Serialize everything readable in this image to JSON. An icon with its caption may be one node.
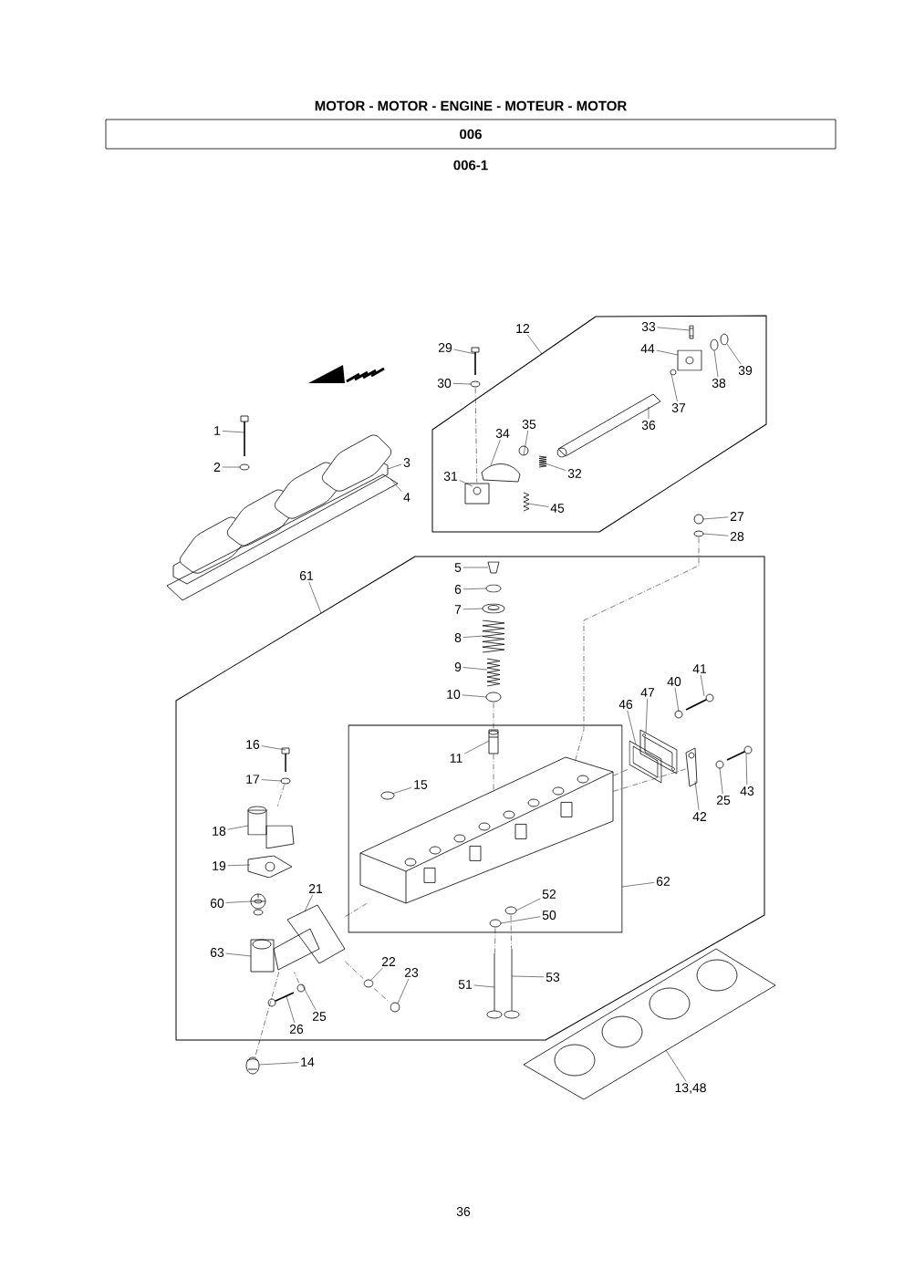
{
  "diagram": {
    "title": "MOTOR - MOTOR - ENGINE - MOTEUR - MOTOR",
    "nodes": [
      {
        "text": [
          "006"
        ]
      },
      {
        "text": [],
        "shape": "box"
      },
      {
        "text": [],
        "shape": "box"
      },
      {
        "text": [],
        "shape": "box",
        "in": 2
      },
      {
        "text": [
          "12"
        ]
      },
      {
        "text": [
          "33"
        ],
        "in": 1
      },
      {
        "text": [
          "29"
        ]
      },
      {
        "text": [
          "44"
        ],
        "in": 1
      },
      {
        "text": [
          "39"
        ],
        "in": 1
      },
      {
        "text": [
          "38"
        ],
        "in": 1
      },
      {
        "text": [
          "30"
        ]
      },
      {
        "text": [
          "37"
        ],
        "in": 1
      },
      {
        "text": [
          "36"
        ],
        "in": 1
      },
      {
        "text": [
          "35"
        ],
        "in": 1
      },
      {
        "text": [
          "34"
        ],
        "in": 1
      },
      {
        "text": [
          "32"
        ],
        "in": 1
      },
      {
        "text": [
          "31"
        ],
        "in": 1
      },
      {
        "text": [
          "45"
        ],
        "in": 1
      },
      {
        "text": [
          "1"
        ]
      },
      {
        "text": [
          "2"
        ]
      },
      {
        "text": [
          "3"
        ]
      },
      {
        "text": [
          "4"
        ]
      },
      {
        "text": [
          "27"
        ]
      },
      {
        "text": [
          "28"
        ]
      },
      {
        "text": [
          "5"
        ],
        "in": 2
      },
      {
        "text": [
          "61"
        ]
      },
      {
        "text": [
          "6"
        ],
        "in": 2
      },
      {
        "text": [
          "7"
        ],
        "in": 2
      },
      {
        "text": [
          "8"
        ],
        "in": 2
      },
      {
        "text": [
          "9"
        ],
        "in": 2
      },
      {
        "text": [
          "10"
        ],
        "in": 2
      },
      {
        "text": [
          "41"
        ],
        "in": 2
      },
      {
        "text": [
          "40"
        ],
        "in": 2
      },
      {
        "text": [
          "47"
        ],
        "in": 2
      },
      {
        "text": [
          "46"
        ],
        "in": 2
      },
      {
        "text": [
          "11"
        ],
        "in": 3
      },
      {
        "text": [
          "16"
        ],
        "in": 2
      },
      {
        "text": [
          "17"
        ],
        "in": 2
      },
      {
        "text": [
          "15"
        ],
        "in": 3
      },
      {
        "text": [
          "43"
        ],
        "in": 2
      },
      {
        "text": [
          "25"
        ],
        "in": 2
      },
      {
        "text": [
          "42"
        ],
        "in": 2
      },
      {
        "text": [
          "18"
        ],
        "in": 2
      },
      {
        "text": [
          "19"
        ],
        "in": 2
      },
      {
        "text": [
          "62"
        ],
        "in": 2
      },
      {
        "text": [
          "21"
        ],
        "in": 2
      },
      {
        "text": [
          "52"
        ],
        "in": 3
      },
      {
        "text": [
          "50"
        ],
        "in": 3
      },
      {
        "text": [
          "60"
        ],
        "in": 2
      },
      {
        "text": [
          "63"
        ],
        "in": 2
      },
      {
        "text": [
          "22"
        ],
        "in": 2
      },
      {
        "text": [
          "23"
        ],
        "in": 2
      },
      {
        "text": [
          "53"
        ],
        "in": 2
      },
      {
        "text": [
          "51"
        ],
        "in": 2
      },
      {
        "text": [
          "25"
        ],
        "in": 2
      },
      {
        "text": [
          "26"
        ],
        "in": 2
      },
      {
        "text": [
          "14"
        ]
      },
      {
        "text": [
          "13,48"
        ]
      },
      {
        "text": [],
        "shape": "picture",
        "in": 1
      },
      {
        "text": [],
        "shape": "picture"
      },
      {
        "text": [],
        "shape": "picture",
        "in": 1
      },
      {
        "text": [],
        "shape": "picture",
        "in": 1
      },
      {
        "text": [],
        "shape": "picture",
        "in": 1
      },
      {
        "text": [],
        "shape": "picture"
      },
      {
        "text": [],
        "shape": "picture",
        "in": 1
      },
      {
        "text": [],
        "shape": "picture",
        "in": 1
      },
      {
        "text": [],
        "shape": "picture",
        "in": 1
      },
      {
        "text": [],
        "shape": "picture",
        "in": 1
      },
      {
        "text": [],
        "shape": "picture",
        "in": 1
      },
      {
        "text": [],
        "shape": "picture",
        "in": 1
      },
      {
        "text": [],
        "shape": "picture",
        "in": 1
      },
      {
        "text": [],
        "shape": "picture"
      },
      {
        "text": [],
        "shape": "picture"
      },
      {
        "text": [],
        "shape": "picture"
      },
      {
        "text": [],
        "shape": "picture"
      },
      {
        "text": [],
        "shape": "picture"
      },
      {
        "text": [],
        "shape": "picture"
      },
      {
        "text": [],
        "shape": "picture",
        "in": 2
      },
      {
        "text": [],
        "shape": "picture",
        "in": 2
      },
      {
        "text": [],
        "shape": "picture",
        "in": 2
      },
      {
        "text": [],
        "shape": "picture",
        "in": 2
      },
      {
        "text": [],
        "shape": "picture",
        "in": 2
      },
      {
        "text": [],
        "shape": "picture",
        "in": 2
      },
      {
        "text": [],
        "shape": "picture",
        "in": 2
      },
      {
        "text": [],
        "shape": "picture",
        "in": 2
      },
      {
        "text": [],
        "shape": "picture",
        "in": 2
      },
      {
        "text": [],
        "shape": "picture",
        "in": 2
      },
      {
        "text": [],
        "shape": "picture",
        "in": 3
      },
      {
        "text": [],
        "shape": "picture",
        "in": 2
      },
      {
        "text": [],
        "shape": "picture",
        "in": 2
      },
      {
        "text": [],
        "shape": "picture",
        "in": 3
      },
      {
        "text": [],
        "shape": "picture",
        "in": 2
      },
      {
        "text": [],
        "shape": "picture",
        "in": 2
      },
      {
        "text": [],
        "shape": "picture",
        "in": 2
      },
      {
        "text": [],
        "shape": "picture",
        "in": 2
      },
      {
        "text": [],
        "shape": "picture",
        "in": 2
      },
      {
        "text": [],
        "shape": "picture",
        "in": 2
      },
      {
        "text": [],
        "shape": "picture",
        "in": 3
      },
      {
        "text": [],
        "shape": "picture",
        "in": 3
      },
      {
        "text": [],
        "shape": "picture",
        "in": 2
      },
      {
        "text": [],
        "shape": "picture",
        "in": 2
      },
      {
        "text": [],
        "shape": "picture",
        "in": 2
      },
      {
        "text": [],
        "shape": "picture",
        "in": 2
      },
      {
        "text": [],
        "shape": "picture",
        "in": 2
      },
      {
        "text": [],
        "shape": "picture",
        "in": 2
      },
      {
        "text": [],
        "shape": "picture",
        "in": 2
      },
      {
        "text": [],
        "shape": "picture",
        "in": 2
      },
      {
        "text": [],
        "shape": "picture"
      },
      {
        "text": [],
        "shape": "picture"
      },
      {
        "text": [],
        "shape": "picture",
        "in": 3
      }
    ],
    "edges": [
      {
        "from": 4,
        "to": 1,
        "arrow": "none"
      },
      {
        "from": 5,
        "to": 58,
        "arrow": "none"
      },
      {
        "from": 6,
        "to": 59,
        "arrow": "none"
      },
      {
        "from": 7,
        "to": 60,
        "arrow": "none"
      },
      {
        "from": 8,
        "to": 61,
        "arrow": "none"
      },
      {
        "from": 9,
        "to": 62,
        "arrow": "none"
      },
      {
        "from": 10,
        "to": 63,
        "arrow": "none"
      },
      {
        "from": 11,
        "to": 64,
        "arrow": "none"
      },
      {
        "from": 12,
        "to": 65,
        "arrow": "none"
      },
      {
        "from": 13,
        "to": 66,
        "arrow": "none"
      },
      {
        "from": 14,
        "to": 67,
        "arrow": "none"
      },
      {
        "from": 15,
        "to": 68,
        "arrow": "none"
      },
      {
        "from": 16,
        "to": 69,
        "arrow": "none"
      },
      {
        "from": 17,
        "to": 70,
        "arrow": "none"
      },
      {
        "from": 18,
        "to": 71,
        "arrow": "none"
      },
      {
        "from": 19,
        "to": 72,
        "arrow": "none"
      },
      {
        "from": 20,
        "to": 73,
        "arrow": "none"
      },
      {
        "from": 21,
        "to": 74,
        "arrow": "none"
      },
      {
        "from": 22,
        "to": 75,
        "arrow": "none"
      },
      {
        "from": 23,
        "to": 76,
        "arrow": "none"
      },
      {
        "from": 24,
        "to": 77,
        "arrow": "none"
      },
      {
        "from": 25,
        "to": 2,
        "arrow": "none"
      },
      {
        "from": 26,
        "to": 78,
        "arrow": "none"
      },
      {
        "from": 27,
        "to": 79,
        "arrow": "none"
      },
      {
        "from": 28,
        "to": 80,
        "arrow": "none"
      },
      {
        "from": 29,
        "to": 81,
        "arrow": "none"
      },
      {
        "from": 30,
        "to": 82,
        "arrow": "none"
      },
      {
        "from": 31,
        "to": 83,
        "arrow": "none"
      },
      {
        "from": 32,
        "to": 84,
        "arrow": "none"
      },
      {
        "from": 33,
        "to": 85,
        "arrow": "none"
      },
      {
        "from": 34,
        "to": 86,
        "arrow": "none"
      },
      {
        "from": 35,
        "to": 87,
        "arrow": "none"
      },
      {
        "from": 36,
        "to": 88,
        "arrow": "none"
      },
      {
        "from": 37,
        "to": 89,
        "arrow": "none"
      },
      {
        "from": 38,
        "to": 90,
        "arrow": "none"
      },
      {
        "from": 39,
        "to": 91,
        "arrow": "none"
      },
      {
        "from": 40,
        "to": 92,
        "arrow": "none"
      },
      {
        "from": 41,
        "to": 93,
        "arrow": "none"
      },
      {
        "from": 42,
        "to": 94,
        "arrow": "none"
      },
      {
        "from": 43,
        "to": 95,
        "arrow": "none"
      },
      {
        "from": 44,
        "to": 3,
        "arrow": "none"
      },
      {
        "from": 45,
        "to": 96,
        "arrow": "none"
      },
      {
        "from": 46,
        "to": 97,
        "arrow": "none"
      },
      {
        "from": 47,
        "to": 98,
        "arrow": "none"
      },
      {
        "from": 48,
        "to": 99,
        "arrow": "none"
      },
      {
        "from": 49,
        "to": 100,
        "arrow": "none"
      },
      {
        "from": 50,
        "to": 101,
        "arrow": "none"
      },
      {
        "from": 51,
        "to": 102,
        "arrow": "none"
      },
      {
        "from": 52,
        "to": 103,
        "arrow": "none"
      },
      {
        "from": 53,
        "to": 104,
        "arrow": "none"
      },
      {
        "from": 54,
        "to": 105,
        "arrow": "none"
      },
      {
        "from": 55,
        "to": 106,
        "arrow": "none"
      },
      {
        "from": 56,
        "to": 107,
        "arrow": "none"
      },
      {
        "from": 57,
        "to": 108,
        "arrow": "none"
      },
      {
        "from": 63,
        "to": 69,
        "arrow": "none",
        "style": "dashed"
      },
      {
        "from": 76,
        "to": 109,
        "arrow": "none",
        "style": "dashed"
      },
      {
        "from": 82,
        "to": 87,
        "arrow": "none",
        "style": "dashed"
      },
      {
        "from": 87,
        "to": 109,
        "arrow": "none",
        "style": "dashed"
      },
      {
        "from": 89,
        "to": 94,
        "arrow": "none",
        "style": "dashed"
      },
      {
        "from": 96,
        "to": 101,
        "arrow": "none",
        "style": "dashed"
      },
      {
        "from": 101,
        "to": 102,
        "arrow": "none",
        "style": "dashed"
      },
      {
        "from": 96,
        "to": 109,
        "arrow": "none",
        "style": "dashed"
      },
      {
        "from": 105,
        "to": 100,
        "arrow": "none",
        "style": "dashed"
      },
      {
        "from": 100,
        "to": 107,
        "arrow": "none",
        "style": "dashed"
      },
      {
        "from": 109,
        "to": 86,
        "arrow": "none",
        "style": "dashed"
      },
      {
        "from": 109,
        "to": 93,
        "arrow": "none",
        "style": "dashed"
      },
      {
        "from": 98,
        "to": 104,
        "arrow": "none",
        "style": "dashed"
      },
      {
        "from": 97,
        "to": 103,
        "arrow": "none",
        "style": "dashed"
      }
    ],
    "labels": [
      "006-1",
      "36"
    ]
  }
}
